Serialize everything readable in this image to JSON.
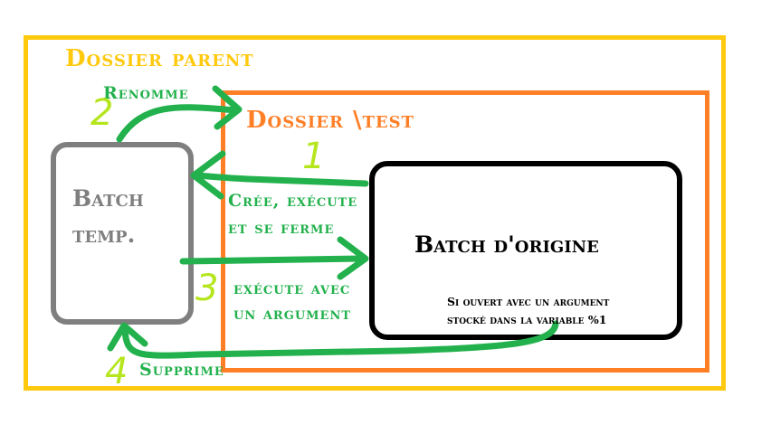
{
  "colors": {
    "parent": "#ffc90e",
    "test": "#ff7f27",
    "arrow": "#22b14c",
    "number": "#b5e61d",
    "temp": "#7f7f7f"
  },
  "parent_folder": {
    "label": "Dossier parent"
  },
  "test_folder": {
    "label": "Dossier \\test"
  },
  "batch_temp": {
    "line1": "Batch",
    "line2": "temp."
  },
  "batch_origin": {
    "label": "Batch d'origine",
    "note_line1": "Si ouvert avec un argument",
    "note_line2": "stocké dans la variable %1"
  },
  "steps": [
    {
      "number": "1",
      "line1": "Crée, exécute",
      "line2": "et se ferme"
    },
    {
      "number": "2",
      "line1": "Renomme"
    },
    {
      "number": "3",
      "line1": "exécute avec",
      "line2": "un argument"
    },
    {
      "number": "4",
      "line1": "Supprime"
    }
  ]
}
